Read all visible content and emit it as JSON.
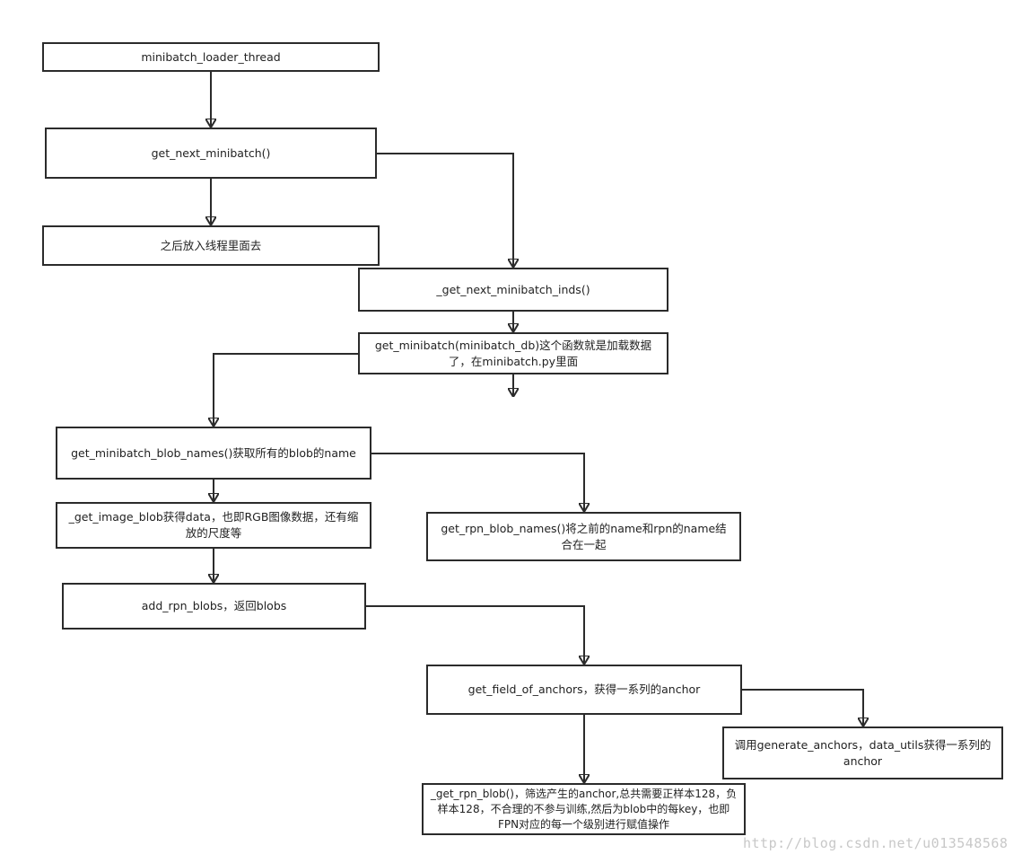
{
  "diagram": {
    "nodes": {
      "loader_thread": "minibatch_loader_thread",
      "get_next_minibatch": "get_next_minibatch()",
      "into_thread": "之后放入线程里面去",
      "get_next_minibatch_inds": "_get_next_minibatch_inds()",
      "get_minibatch": "get_minibatch(minibatch_db)这个函数就是加载数据了，在minibatch.py里面",
      "blob_names": "get_minibatch_blob_names()获取所有的blob的name",
      "image_blob": "_get_image_blob获得data，也即RGB图像数据，还有缩放的尺度等",
      "rpn_blob_names": "get_rpn_blob_names()将之前的name和rpn的name结合在一起",
      "add_rpn_blobs": "add_rpn_blobs，返回blobs",
      "field_of_anchors": "get_field_of_anchors，获得一系列的anchor",
      "generate_anchors": "调用generate_anchors，data_utils获得一系列的anchor",
      "get_rpn_blob": "_get_rpn_blob()，筛选产生的anchor,总共需要正样本128，负样本128，不合理的不参与训练,然后为blob中的每key，也即FPN对应的每一个级别进行赋值操作"
    },
    "edges": [
      [
        "loader_thread",
        "get_next_minibatch"
      ],
      [
        "get_next_minibatch",
        "into_thread"
      ],
      [
        "get_next_minibatch",
        "get_next_minibatch_inds"
      ],
      [
        "get_next_minibatch_inds",
        "get_minibatch"
      ],
      [
        "get_minibatch",
        "blob_names"
      ],
      [
        "blob_names",
        "image_blob"
      ],
      [
        "blob_names",
        "rpn_blob_names"
      ],
      [
        "image_blob",
        "add_rpn_blobs"
      ],
      [
        "add_rpn_blobs",
        "field_of_anchors"
      ],
      [
        "field_of_anchors",
        "generate_anchors"
      ],
      [
        "field_of_anchors",
        "get_rpn_blob"
      ]
    ]
  },
  "watermark": "http://blog.csdn.net/u013548568"
}
